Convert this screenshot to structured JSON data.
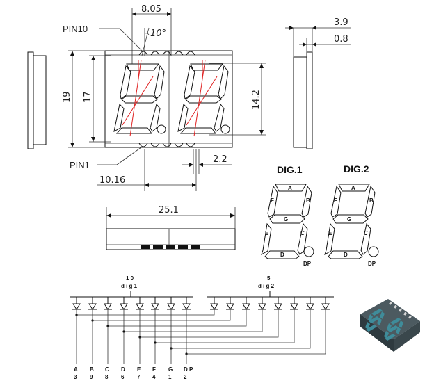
{
  "top_view": {
    "dim_width_digit": "8.05",
    "dim_slant": "10°",
    "pin10_label": "PIN10",
    "pin1_label": "PIN1",
    "dim_height_total": "19",
    "dim_height_digit": "17",
    "dim_digit_segment_height": "14.2",
    "dim_pin_spacing": "2.2",
    "dim_pin_span": "10.16"
  },
  "side_view": {
    "dim_depth": "3.9",
    "dim_lead": "0.8"
  },
  "bottom_view": {
    "dim_length": "25.1"
  },
  "digit_map": {
    "dig1_title": "DIG.1",
    "dig2_title": "DIG.2",
    "segments": [
      "A",
      "B",
      "C",
      "D",
      "E",
      "F",
      "G"
    ],
    "dp_label": "DP"
  },
  "schematic": {
    "dig1_pin": "1 0",
    "dig1_label": "d i g 1",
    "dig2_pin": "5",
    "dig2_label": "d i g 2",
    "pins": [
      {
        "name": "A",
        "num": "3"
      },
      {
        "name": "B",
        "num": "9"
      },
      {
        "name": "C",
        "num": "8"
      },
      {
        "name": "D",
        "num": "6"
      },
      {
        "name": "E",
        "num": "7"
      },
      {
        "name": "F",
        "num": "4"
      },
      {
        "name": "G",
        "num": "1"
      },
      {
        "name": "D P",
        "num": "2"
      }
    ]
  },
  "colors": {
    "outline": "#111111",
    "slant_guide": "#e02020",
    "product_body": "#5b6a70",
    "product_segment": "#3f8c9a"
  }
}
